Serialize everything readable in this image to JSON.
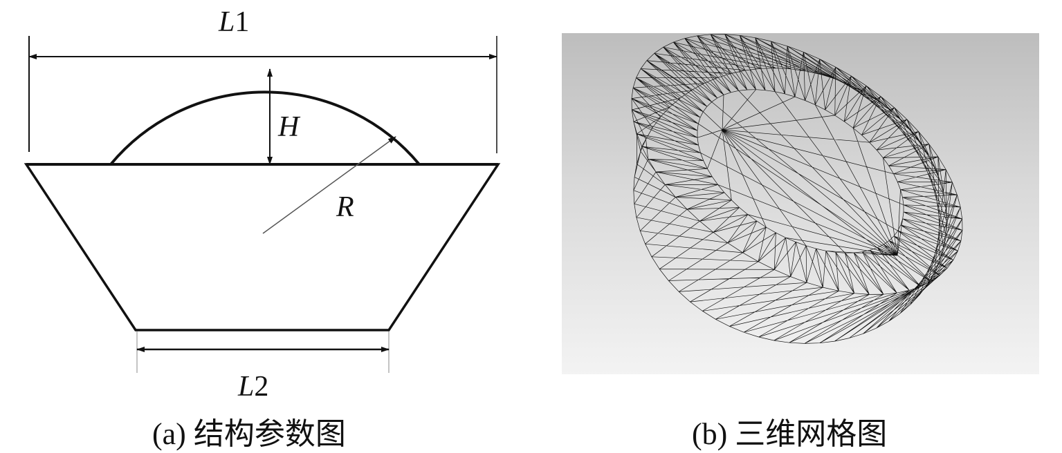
{
  "panel_a": {
    "caption": "(a) 结构参数图",
    "labels": {
      "l1_letter": "L",
      "l1_sub": "1",
      "l2_letter": "L",
      "l2_sub": "2",
      "h": "H",
      "r": "R"
    }
  },
  "panel_b": {
    "caption": "(b) 三维网格图"
  },
  "colors": {
    "line": "#111111",
    "background_top": "#bdbdbd",
    "background_bottom": "#f3f3f3"
  }
}
